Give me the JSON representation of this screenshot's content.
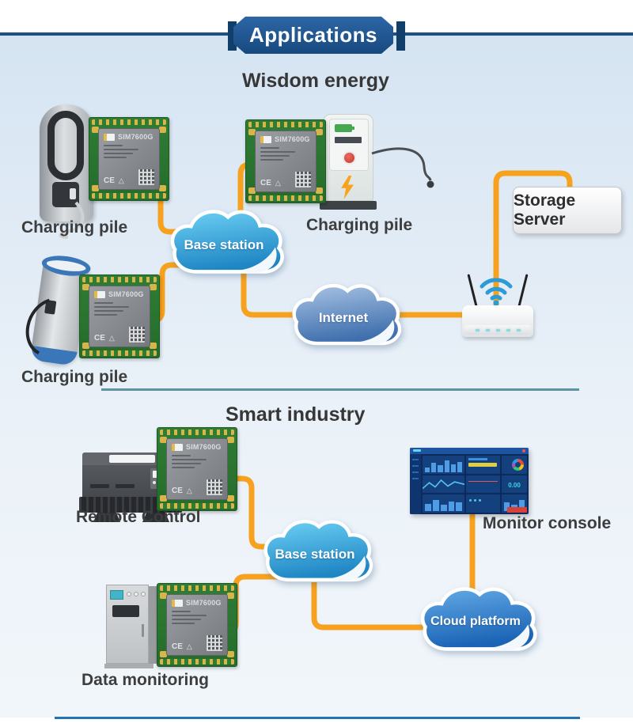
{
  "banner": {
    "label": "Applications"
  },
  "section1": {
    "title": "Wisdom energy",
    "pile1_label": "Charging pile",
    "pile2_label": "Charging pile",
    "pile3_label": "Charging pile",
    "base_station_cloud": "Base station",
    "internet_cloud": "Internet",
    "storage_server": "Storage Server"
  },
  "section2": {
    "title": "Smart industry",
    "remote_control_label": "Remote Control",
    "monitor_console_label": "Monitor console",
    "data_monitoring_label": "Data monitoring",
    "base_station_cloud": "Base station",
    "cloud_platform_cloud": "Cloud platform",
    "console_value": "0.00"
  },
  "module": {
    "model": "SIM7600G",
    "ce_mark": "CE"
  },
  "icons": {
    "wifi_icon": "three-arc wifi symbol",
    "lightning_icon": "lightning bolt",
    "qr_code": "qr code block",
    "recycle_icon": "triangle mark",
    "logo_icon": "module brand logo block"
  },
  "colors": {
    "connector_orange": "#F7A21E",
    "banner_blue": "#1D5186",
    "cloud_blue": "#2D9CDB",
    "divider_teal": "#5D92A2",
    "bottom_line_blue": "#2173B5"
  }
}
